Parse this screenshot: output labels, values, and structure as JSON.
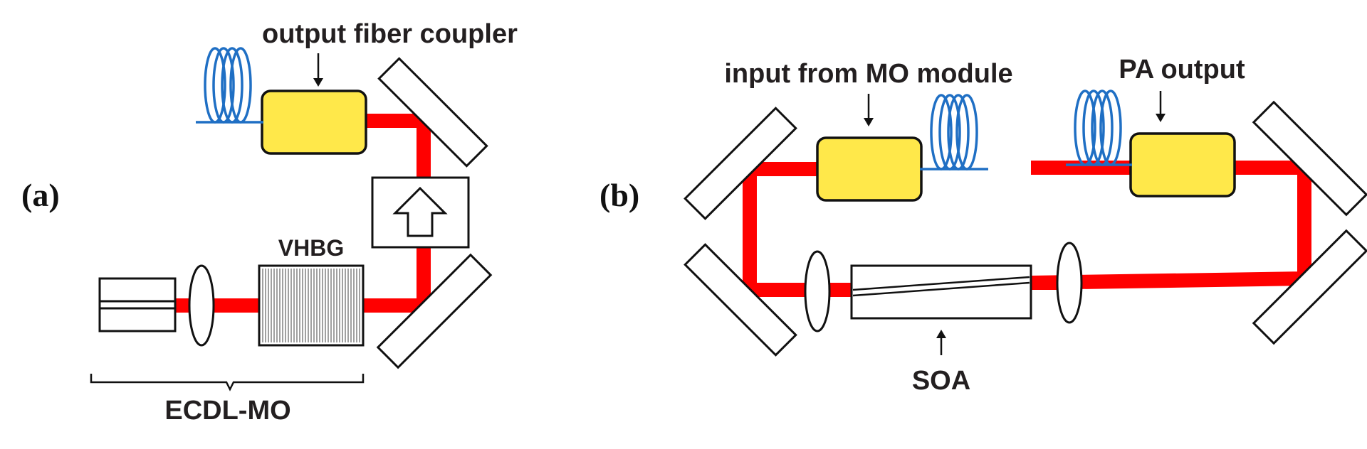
{
  "panel_a": {
    "tag": "(a)",
    "coupler_label": "output fiber coupler",
    "grating_label": "VHBG",
    "group_label": "ECDL-MO"
  },
  "panel_b": {
    "tag": "(b)",
    "input_label": "input from MO module",
    "output_label": "PA output",
    "amplifier_label": "SOA"
  },
  "colors": {
    "beam": "#ff0000",
    "coupler": "#ffe84a",
    "fiber": "#1f6fc4",
    "outline": "#111111"
  },
  "icons": {
    "fiber-coil": "fiber-coil-icon",
    "isolator": "isolator-arrow-icon",
    "mirror": "mirror-icon",
    "lens": "lens-icon"
  }
}
